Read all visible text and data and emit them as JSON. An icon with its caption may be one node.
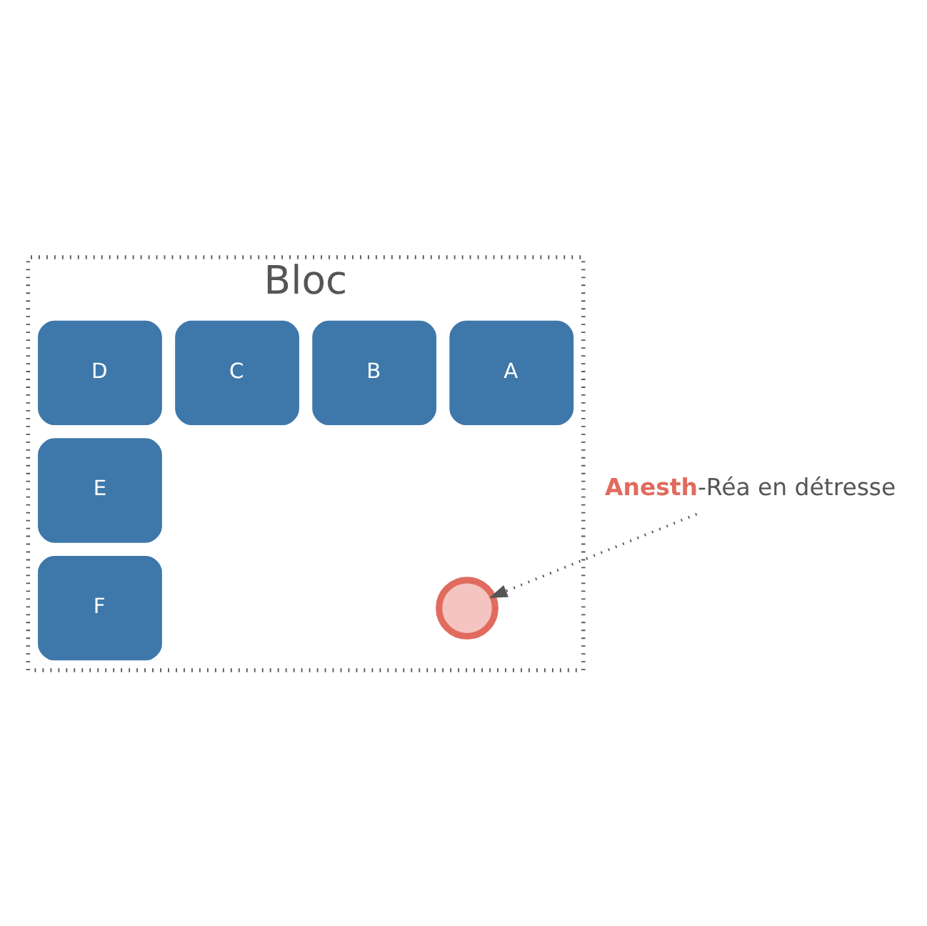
{
  "diagram": {
    "nodes": [
      {
        "text": [
          "Bloc"
        ]
      },
      {
        "text": [
          "D"
        ],
        "in": 0
      },
      {
        "text": [
          "C"
        ],
        "in": 0
      },
      {
        "text": [
          "B"
        ],
        "in": 0
      },
      {
        "text": [
          "A"
        ],
        "in": 0
      },
      {
        "text": [
          "E"
        ],
        "in": 0
      },
      {
        "text": [
          "F"
        ],
        "in": 0
      },
      {
        "text": [],
        "shape": "circle",
        "in": 0
      },
      {
        "text": [
          "**Anesth**-Réa en détresse"
        ]
      }
    ],
    "edges": [
      {
        "from": 8,
        "to": 7,
        "arrow": "to",
        "style": "dashed"
      }
    ]
  }
}
